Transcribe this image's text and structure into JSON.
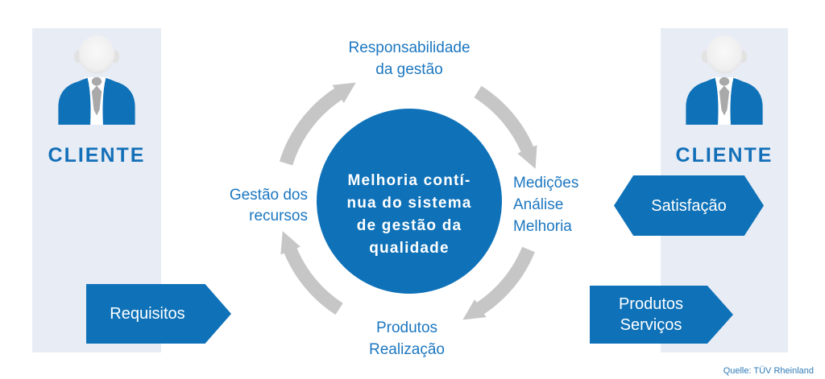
{
  "diagram": {
    "type": "quality-management-continuous-improvement-cycle",
    "colors": {
      "primary_blue": "#0f72b8",
      "label_blue": "#1c77c0",
      "cliente_blue": "#1370b8",
      "panel_background": "#e8ecf5",
      "arrow_gray": "#c6c6c6",
      "tie_gray": "#a9a9a9",
      "head_gray": "#ececec",
      "badge_text": "#ffffff",
      "circle_text": "#ffffff"
    },
    "icons": {
      "left_person": "business-person-icon",
      "right_person": "business-person-icon",
      "cycle_arrows": "circular-rotation-arrow-icon"
    },
    "left_panel": {
      "label": "CLIENTE"
    },
    "right_panel": {
      "label": "CLIENTE"
    },
    "center_circle": {
      "lines": [
        "Melhoria contí-",
        "nua do sistema",
        "de gestão da",
        "qualidade"
      ]
    },
    "cycle_labels": {
      "top": {
        "lines": [
          "Responsabilidade",
          "da gestão"
        ]
      },
      "right": {
        "lines": [
          "Medições",
          "Análise",
          "Melhoria"
        ]
      },
      "bottom": {
        "lines": [
          "Produtos",
          "Realização"
        ]
      },
      "left": {
        "lines": [
          "Gestão dos",
          "recursos"
        ]
      }
    },
    "badges": {
      "requisitos": {
        "label": "Requisitos"
      },
      "satisfacao": {
        "label": "Satisfação"
      },
      "produtos_servicos": {
        "lines": [
          "Produtos",
          "Serviços"
        ]
      }
    },
    "source": {
      "text": "Quelle: TÜV Rheinland"
    }
  }
}
